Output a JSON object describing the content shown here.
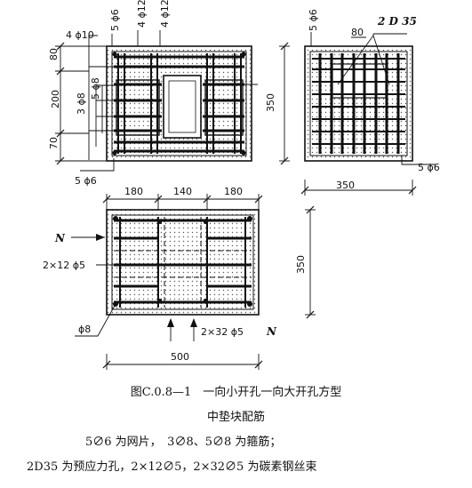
{
  "figure": {
    "caption_line1": "图C.0.8—1　一向小开孔一向大开孔方型",
    "caption_line2": "中垫块配筋",
    "note_line1": "5∅6 为网片，　3∅8、5∅8 为箍筋；",
    "note_line2": "2D35 为预应力孔，2×12∅5，2×32∅5 为碳素钢丝束"
  },
  "top_left": {
    "label_top_1": "5 ϕ6",
    "label_top_2": "4 ϕ12",
    "label_top_3": "4 ϕ12",
    "label_left_top": "4 ϕ10",
    "dim_80": "80",
    "dim_200": "200",
    "dim_70": "70",
    "label_3phi8": "3 ϕ8",
    "label_5phi8": "5 ϕ8",
    "dim_350": "350",
    "label_bottom": "5 ϕ6"
  },
  "top_right": {
    "label_top": "5 ϕ6",
    "label_2d35": "2 D 35",
    "dim_80": "80",
    "dim_350": "350",
    "label_bottom": "5 ϕ6"
  },
  "bottom": {
    "dim_180_left": "180",
    "dim_140": "140",
    "dim_180_right": "180",
    "label_N": "N",
    "label_2x12": "2×12  ϕ5",
    "label_phi8": "ϕ8",
    "label_2x32": "2×32  ϕ5",
    "label_N2": "N",
    "dim_350": "350",
    "dim_500": "500"
  }
}
